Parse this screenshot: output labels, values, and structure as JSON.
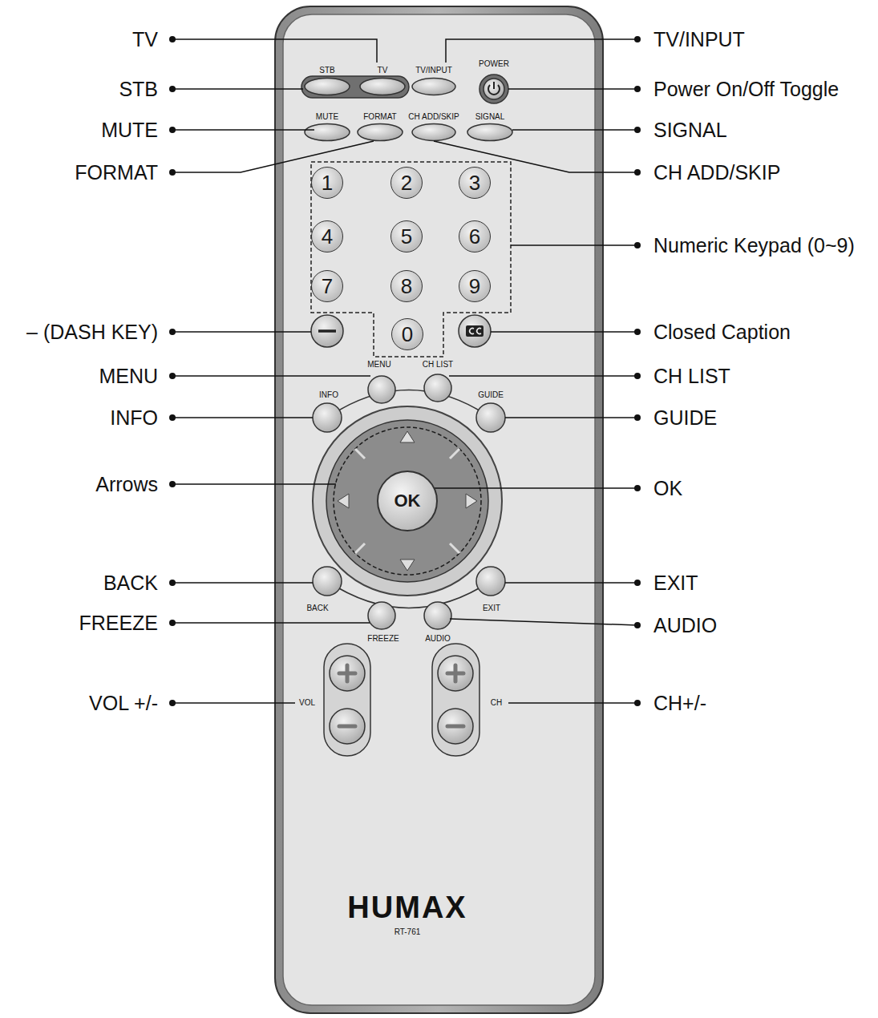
{
  "diagram": {
    "nodes": [
      {
        "text": [
          "1"
        ]
      },
      {
        "text": [
          "2"
        ]
      },
      {
        "text": [
          "3"
        ]
      },
      {
        "text": [
          "4"
        ]
      },
      {
        "text": [
          "5"
        ]
      },
      {
        "text": [
          "6"
        ]
      },
      {
        "text": [
          "7"
        ]
      },
      {
        "text": [
          "8"
        ]
      },
      {
        "text": [
          "9"
        ]
      },
      {
        "text": [
          "0"
        ]
      },
      {
        "text": [
          "OK"
        ]
      }
    ],
    "labels": [
      "TV",
      "STB",
      "MUTE",
      "FORMAT",
      "– (DASH KEY)",
      "MENU",
      "INFO",
      "Arrows",
      "BACK",
      "FREEZE",
      "VOL +/-",
      "TV/INPUT",
      "Power On/Off Toggle",
      "SIGNAL",
      "CH ADD/SKIP",
      "Numeric Keypad (0~9)",
      "Closed Caption",
      "CH LIST",
      "GUIDE",
      "OK",
      "EXIT",
      "AUDIO",
      "CH+/-",
      "STB",
      "TV",
      "TV/INPUT",
      "POWER",
      "MUTE",
      "FORMAT",
      "CH ADD/SKIP",
      "SIGNAL",
      "MENU",
      "CH LIST",
      "INFO",
      "GUIDE",
      "BACK",
      "EXIT",
      "FREEZE",
      "AUDIO",
      "VOL",
      "CH",
      "HUMAX",
      "RT-761"
    ]
  }
}
